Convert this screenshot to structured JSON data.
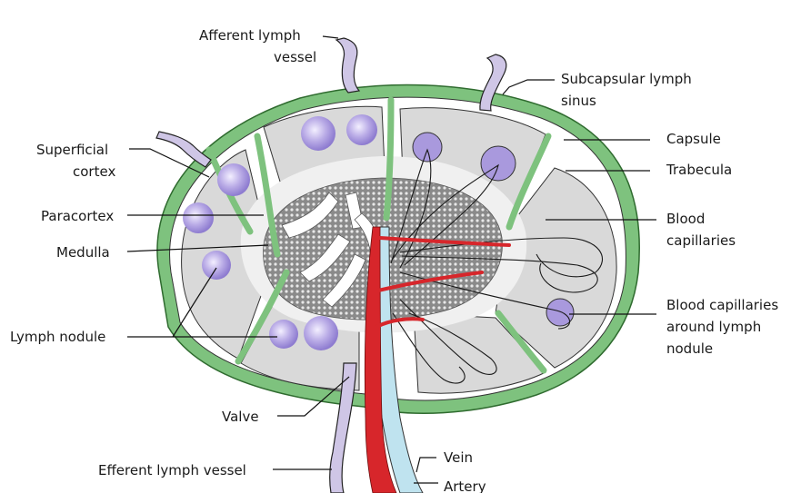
{
  "labels": {
    "afferent_line1": "Afferent lymph",
    "afferent_line2": "vessel",
    "subcapsular_line1": "Subcapsular lymph",
    "subcapsular_line2": "sinus",
    "capsule": "Capsule",
    "trabecula": "Trabecula",
    "blood_cap_line1": "Blood",
    "blood_cap_line2": "capillaries",
    "bc_around_line1": "Blood capillaries",
    "bc_around_line2": "around lymph",
    "bc_around_line3": "nodule",
    "superficial_line1": "Superficial",
    "superficial_line2": "cortex",
    "paracortex": "Paracortex",
    "medulla": "Medulla",
    "lymph_nodule": "Lymph nodule",
    "valve": "Valve",
    "efferent": "Efferent lymph vessel",
    "vein": "Vein",
    "artery": "Artery"
  },
  "colors": {
    "capsule": "#7ec27e",
    "cortex": "#d9d9d9",
    "paracortex": "#f0f0f0",
    "medulla_pattern": "#555555",
    "lymph_vessel": "#cfc6e6",
    "nodule": "#a999dd",
    "artery": "#d7262b",
    "vein": "#bfe3ef"
  }
}
